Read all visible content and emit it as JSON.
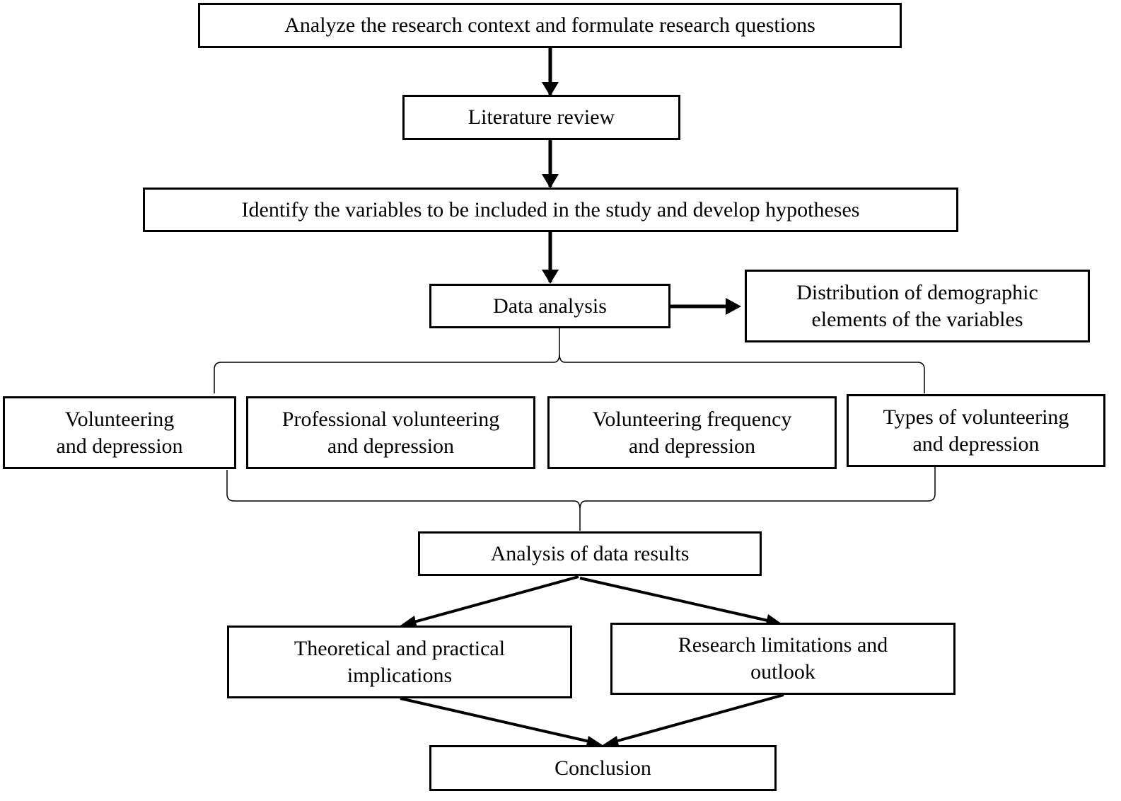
{
  "nodes": {
    "research_context": "Analyze the research context and formulate research questions",
    "literature_review": "Literature review",
    "identify_variables": "Identify the variables to be included in the study and develop hypotheses",
    "data_analysis": "Data analysis",
    "demographic_distribution": "Distribution of demographic\nelements of the variables",
    "volunteering_depression": "Volunteering\nand depression",
    "professional_volunteering": "Professional volunteering\nand depression",
    "volunteering_frequency": "Volunteering frequency\nand depression",
    "types_of_volunteering": "Types of volunteering\nand depression",
    "analysis_results": "Analysis of data results",
    "theoretical_implications": "Theoretical and practical\nimplications",
    "research_limitations": "Research limitations and\noutlook",
    "conclusion": "Conclusion"
  },
  "edges": [
    {
      "from": "research_context",
      "to": "literature_review",
      "type": "arrow"
    },
    {
      "from": "literature_review",
      "to": "identify_variables",
      "type": "arrow"
    },
    {
      "from": "identify_variables",
      "to": "data_analysis",
      "type": "arrow"
    },
    {
      "from": "data_analysis",
      "to": "demographic_distribution",
      "type": "arrow"
    },
    {
      "from": "data_analysis",
      "to": [
        "volunteering_depression",
        "professional_volunteering",
        "volunteering_frequency",
        "types_of_volunteering"
      ],
      "type": "brace"
    },
    {
      "from": [
        "volunteering_depression",
        "professional_volunteering",
        "volunteering_frequency",
        "types_of_volunteering"
      ],
      "to": "analysis_results",
      "type": "brace"
    },
    {
      "from": "analysis_results",
      "to": "theoretical_implications",
      "type": "arrow"
    },
    {
      "from": "analysis_results",
      "to": "research_limitations",
      "type": "arrow"
    },
    {
      "from": "theoretical_implications",
      "to": "conclusion",
      "type": "arrow"
    },
    {
      "from": "research_limitations",
      "to": "conclusion",
      "type": "arrow"
    }
  ],
  "colors": {
    "stroke": "#000000",
    "fill": "#ffffff",
    "text": "#000000"
  }
}
